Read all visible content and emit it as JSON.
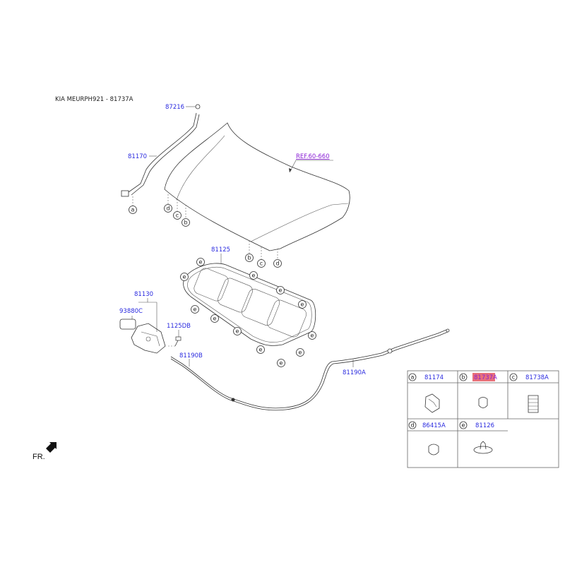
{
  "title": "KIA MEURPH921 - 81737A",
  "reference": "REF.60-660",
  "front_label": "FR.",
  "part_numbers": {
    "stay_clip": "87216",
    "stay_rod": "81170",
    "insulator_pad": "81125",
    "latch_assy": "81130",
    "switch": "93880C",
    "bolt": "1125DB",
    "cable_b": "81190B",
    "cable_a": "81190A"
  },
  "callouts": {
    "a": "a",
    "b": "b",
    "c": "c",
    "d": "d",
    "e": "e"
  },
  "legend": {
    "items": [
      {
        "letter": "a",
        "part": "81174",
        "highlighted": false
      },
      {
        "letter": "b",
        "part": "81737A",
        "highlighted": true
      },
      {
        "letter": "c",
        "part": "81738A",
        "highlighted": false
      },
      {
        "letter": "d",
        "part": "86415A",
        "highlighted": false
      },
      {
        "letter": "e",
        "part": "81126",
        "highlighted": false
      }
    ],
    "highlight_color": "#e8707a"
  },
  "colors": {
    "part_number": "#2a2adf",
    "reference": "#8a1fd6"
  }
}
